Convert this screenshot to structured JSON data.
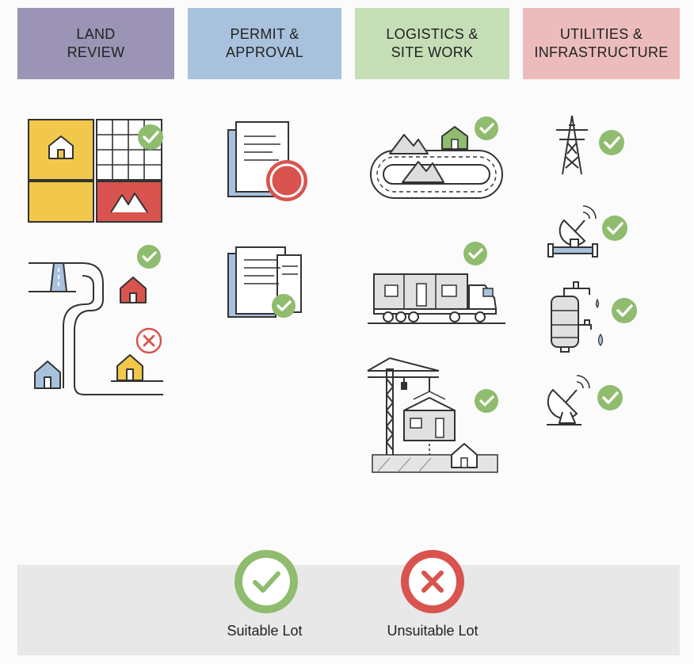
{
  "columns": [
    {
      "id": "land",
      "label": "LAND\nREVIEW",
      "color": "#9b94b5"
    },
    {
      "id": "permit",
      "label": "PERMIT &\nAPPROVAL",
      "color": "#a8c2dd"
    },
    {
      "id": "logistics",
      "label": "LOGISTICS &\nSITE WORK",
      "color": "#c5deb6"
    },
    {
      "id": "utilities",
      "label": "UTILITIES &\nINFRASTRUCTURE",
      "color": "#ecbcbc"
    }
  ],
  "legend": {
    "suitable_label": "Suitable Lot",
    "unsuitable_label": "Unsuitable Lot"
  },
  "colors": {
    "check": "#8fbc6e",
    "cross": "#d9534f",
    "house_yellow": "#f1c84b",
    "house_red": "#d9534f",
    "house_blue": "#a8c2dd",
    "house_green": "#8fbc6e",
    "line": "#333333",
    "legend_bg": "#e8e8e8"
  },
  "icons": {
    "land": [
      "lot-grid-icon",
      "road-map-icon"
    ],
    "permit": [
      "document-seal-icon",
      "documents-approved-icon"
    ],
    "logistics": [
      "site-road-icon",
      "truck-module-icon",
      "crane-module-icon"
    ],
    "utilities": [
      "power-tower-icon",
      "satellite-dish-pipe-icon",
      "water-tank-faucet-icon",
      "satellite-dish-icon"
    ]
  }
}
